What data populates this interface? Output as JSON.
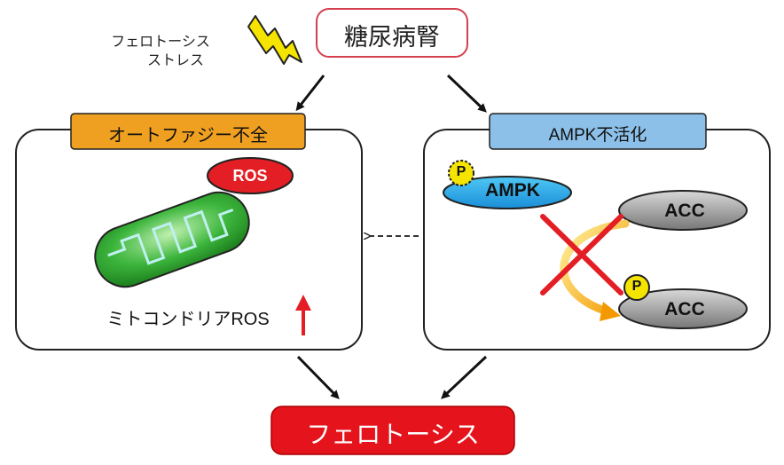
{
  "stress_label_line1": "フェロトーシス",
  "stress_label_line2": "ストレス",
  "top_box": "糖尿病腎",
  "left_panel": {
    "title": "オートファジー不全",
    "ros_badge": "ROS",
    "caption": "ミトコンドリアROS"
  },
  "right_panel": {
    "title": "AMPK不活化",
    "ampk_label": "AMPK",
    "phospho_label": "P",
    "acc_top": "ACC",
    "acc_bottom": "ACC",
    "phospho_label_2": "P"
  },
  "bottom_box": "フェロトーシス",
  "colors": {
    "left_title_bg": "#f0a020",
    "right_title_bg": "#8cc0e8",
    "bottom_box_bg": "#e5141c",
    "top_box_border": "#d44050",
    "ros_red": "#e31e24",
    "lightning_yellow": "#f5e400"
  }
}
